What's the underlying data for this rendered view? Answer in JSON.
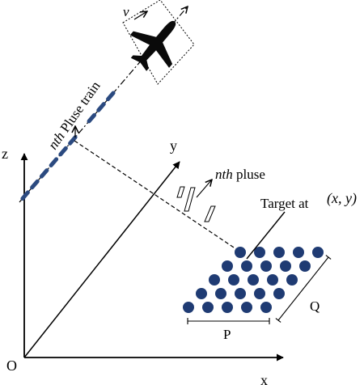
{
  "labels": {
    "origin": "O",
    "axis_x": "x",
    "axis_y": "y",
    "axis_z": "z",
    "velocity": "v",
    "pulse_train_italic": "nth",
    "pulse_train_rest": " Pluse train",
    "pulse_italic": "nth",
    "pulse_rest": " pluse",
    "target_prefix": "Target at",
    "target_coords": "(x, y)",
    "dim_p": "P",
    "dim_q": "Q"
  },
  "colors": {
    "target_dot": "#1f3b73",
    "track_dash": "#2b4a80",
    "line": "#000000",
    "aircraft": "#0a0a0a"
  },
  "target_grid": {
    "rows": 5,
    "columns": 5
  },
  "icons": {
    "aircraft": "airplane-icon"
  }
}
